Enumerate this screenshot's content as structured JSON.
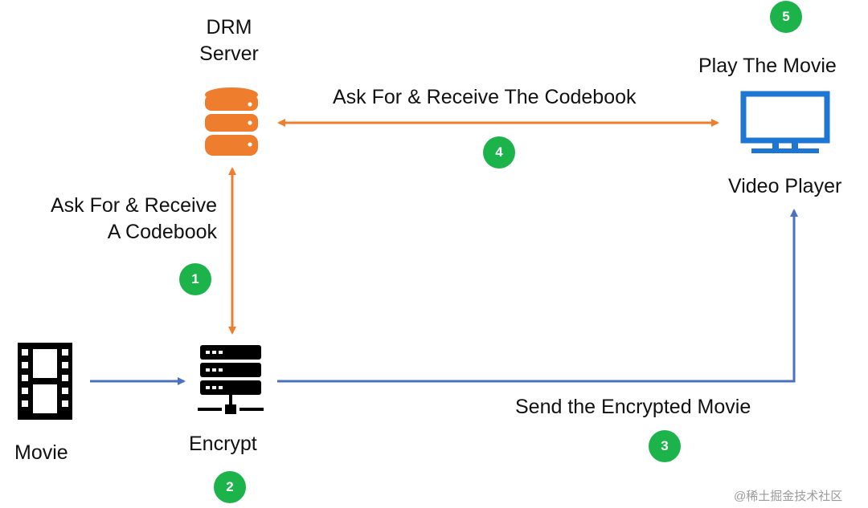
{
  "colors": {
    "orange": "#ee7d2d",
    "blue": "#4a70c0",
    "monitor": "#1d76d2",
    "green": "#1db34b",
    "black": "#000000"
  },
  "nodes": {
    "drm_server": {
      "label_line1": "DRM",
      "label_line2": "Server",
      "icon": "database-icon"
    },
    "video_player": {
      "label_top": "Play The Movie",
      "label_bottom": "Video Player",
      "icon": "monitor-icon"
    },
    "movie": {
      "label": "Movie",
      "icon": "film-strip-icon"
    },
    "encrypt": {
      "label": "Encrypt",
      "icon": "server-rack-icon"
    }
  },
  "edges": {
    "drm_to_player": "Ask For & Receive The Codebook",
    "encrypt_to_drm_line1": "Ask For & Receive",
    "encrypt_to_drm_line2": "A Codebook",
    "encrypt_to_player": "Send the Encrypted Movie"
  },
  "steps": [
    "1",
    "2",
    "3",
    "4",
    "5"
  ],
  "watermark": "@稀土掘金技术社区"
}
